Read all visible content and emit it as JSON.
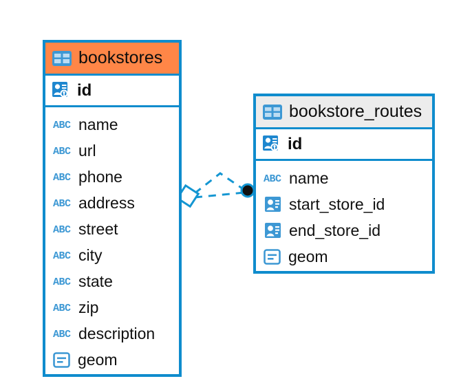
{
  "diagram": {
    "title": "entity-relationship-diagram",
    "colors": {
      "border_blue": "#0f8ccd",
      "header_orange": "#ff8647",
      "header_gray": "#ececec",
      "icon_blue": "#3d98d4",
      "link_blue": "#1496d2",
      "text": "#111111"
    },
    "tables": [
      {
        "name": "bookstores",
        "header_style": "orange",
        "primary_key": {
          "label": "id",
          "icon": "primary-key-icon"
        },
        "fields": [
          {
            "label": "name",
            "icon": "abc-icon"
          },
          {
            "label": "url",
            "icon": "abc-icon"
          },
          {
            "label": "phone",
            "icon": "abc-icon"
          },
          {
            "label": "address",
            "icon": "abc-icon"
          },
          {
            "label": "street",
            "icon": "abc-icon"
          },
          {
            "label": "city",
            "icon": "abc-icon"
          },
          {
            "label": "state",
            "icon": "abc-icon"
          },
          {
            "label": "zip",
            "icon": "abc-icon"
          },
          {
            "label": "description",
            "icon": "abc-icon"
          },
          {
            "label": "geom",
            "icon": "geometry-icon"
          }
        ]
      },
      {
        "name": "bookstore_routes",
        "header_style": "gray",
        "primary_key": {
          "label": "id",
          "icon": "primary-key-icon"
        },
        "fields": [
          {
            "label": "name",
            "icon": "abc-icon"
          },
          {
            "label": "start_store_id",
            "icon": "foreign-key-icon"
          },
          {
            "label": "end_store_id",
            "icon": "foreign-key-icon"
          },
          {
            "label": "geom",
            "icon": "geometry-icon"
          }
        ]
      }
    ],
    "relationships": [
      {
        "from": "bookstores",
        "to": "bookstore_routes",
        "from_marker": "diamond",
        "to_marker": "filled-circle"
      },
      {
        "from": "bookstores",
        "to": "bookstore_routes",
        "from_marker": "diamond",
        "to_marker": "filled-circle"
      }
    ]
  }
}
